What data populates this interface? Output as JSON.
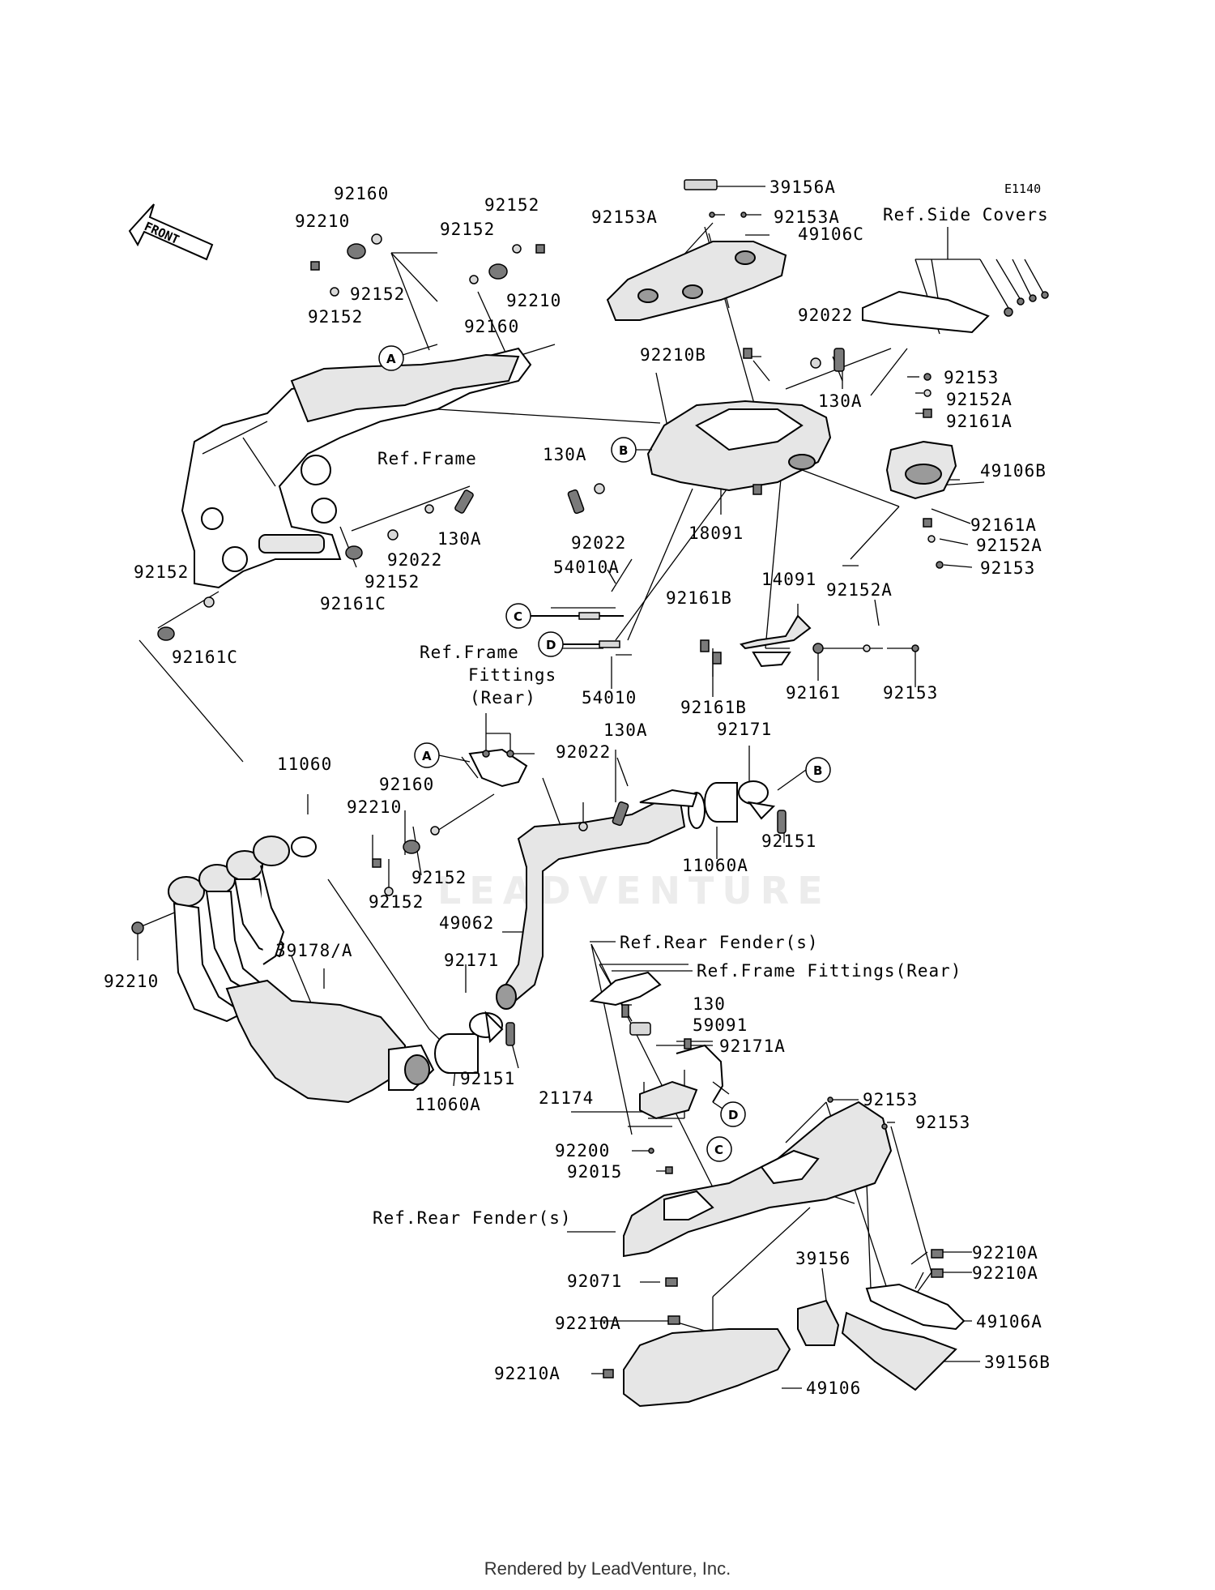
{
  "diagram": {
    "code": "E1140",
    "front_label": "FRONT",
    "refs": {
      "side_covers": "Ref.Side Covers",
      "frame": "Ref.Frame",
      "frame_fittings_line1": "Ref.Frame",
      "frame_fittings_line2": "Fittings",
      "frame_fittings_line3": "(Rear)",
      "rear_fender_top": "Ref.Rear Fender(s)",
      "frame_fittings_rear": "Ref.Frame Fittings(Rear)",
      "rear_fender_left": "Ref.Rear Fender(s)"
    },
    "callouts": {
      "a": "A",
      "b": "B",
      "c": "C",
      "d": "D"
    },
    "parts": {
      "p92160_top": "92160",
      "p92210_topleft": "92210",
      "p92152_a": "92152",
      "p92152_b": "92152",
      "p92152_c": "92152",
      "p92152_d": "92152",
      "p92210_topmid": "92210",
      "p92160_mid": "92160",
      "p39156A": "39156A",
      "p92153A_left": "92153A",
      "p92153A_right": "92153A",
      "p49106C": "49106C",
      "p92022_top": "92022",
      "p92210B": "92210B",
      "p130A_right": "130A",
      "p92153_r1": "92153",
      "p92152A_r1": "92152A",
      "p92161A_r1": "92161A",
      "p49106B": "49106B",
      "p92161A_r2": "92161A",
      "p92152A_r2": "92152A",
      "p92153_r2": "92153",
      "p130A_left": "130A",
      "p92022_left": "92022",
      "p18091": "18091",
      "p130A_frame": "130A",
      "p92022_frame": "92022",
      "p92152_frame": "92152",
      "p92161C_frame": "92161C",
      "p92152_leftedge": "92152",
      "p92161C_left": "92161C",
      "p54010A": "54010A",
      "p54010": "54010",
      "p14091": "14091",
      "p92152A_mid": "92152A",
      "p92161B_top": "92161B",
      "p92161B_bot": "92161B",
      "p92161": "92161",
      "p92153_mid": "92153",
      "p130A_pipe": "130A",
      "p92022_pipe": "92022",
      "p92171_top": "92171",
      "p11060": "11060",
      "p92160_low": "92160",
      "p92210_low": "92210",
      "p92152_low1": "92152",
      "p92152_low2": "92152",
      "p11060A_top": "11060A",
      "p92151_top": "92151",
      "p49062": "49062",
      "p92210_left": "92210",
      "p39178A": "39178/A",
      "p92171_low": "92171",
      "p92151_low": "92151",
      "p11060A_low": "11060A",
      "p130": "130",
      "p59091": "59091",
      "p92171A": "92171A",
      "p21174": "21174",
      "p92153_f1": "92153",
      "p92153_f2": "92153",
      "p92200": "92200",
      "p92015": "92015",
      "p92071": "92071",
      "p39156": "39156",
      "p92210A_r1": "92210A",
      "p92210A_r2": "92210A",
      "p49106A": "49106A",
      "p39156B": "39156B",
      "p92210A_l1": "92210A",
      "p92210A_l2": "92210A",
      "p49106": "49106"
    },
    "watermark": "LEADVENTURE"
  },
  "footer": "Rendered by LeadVenture, Inc."
}
